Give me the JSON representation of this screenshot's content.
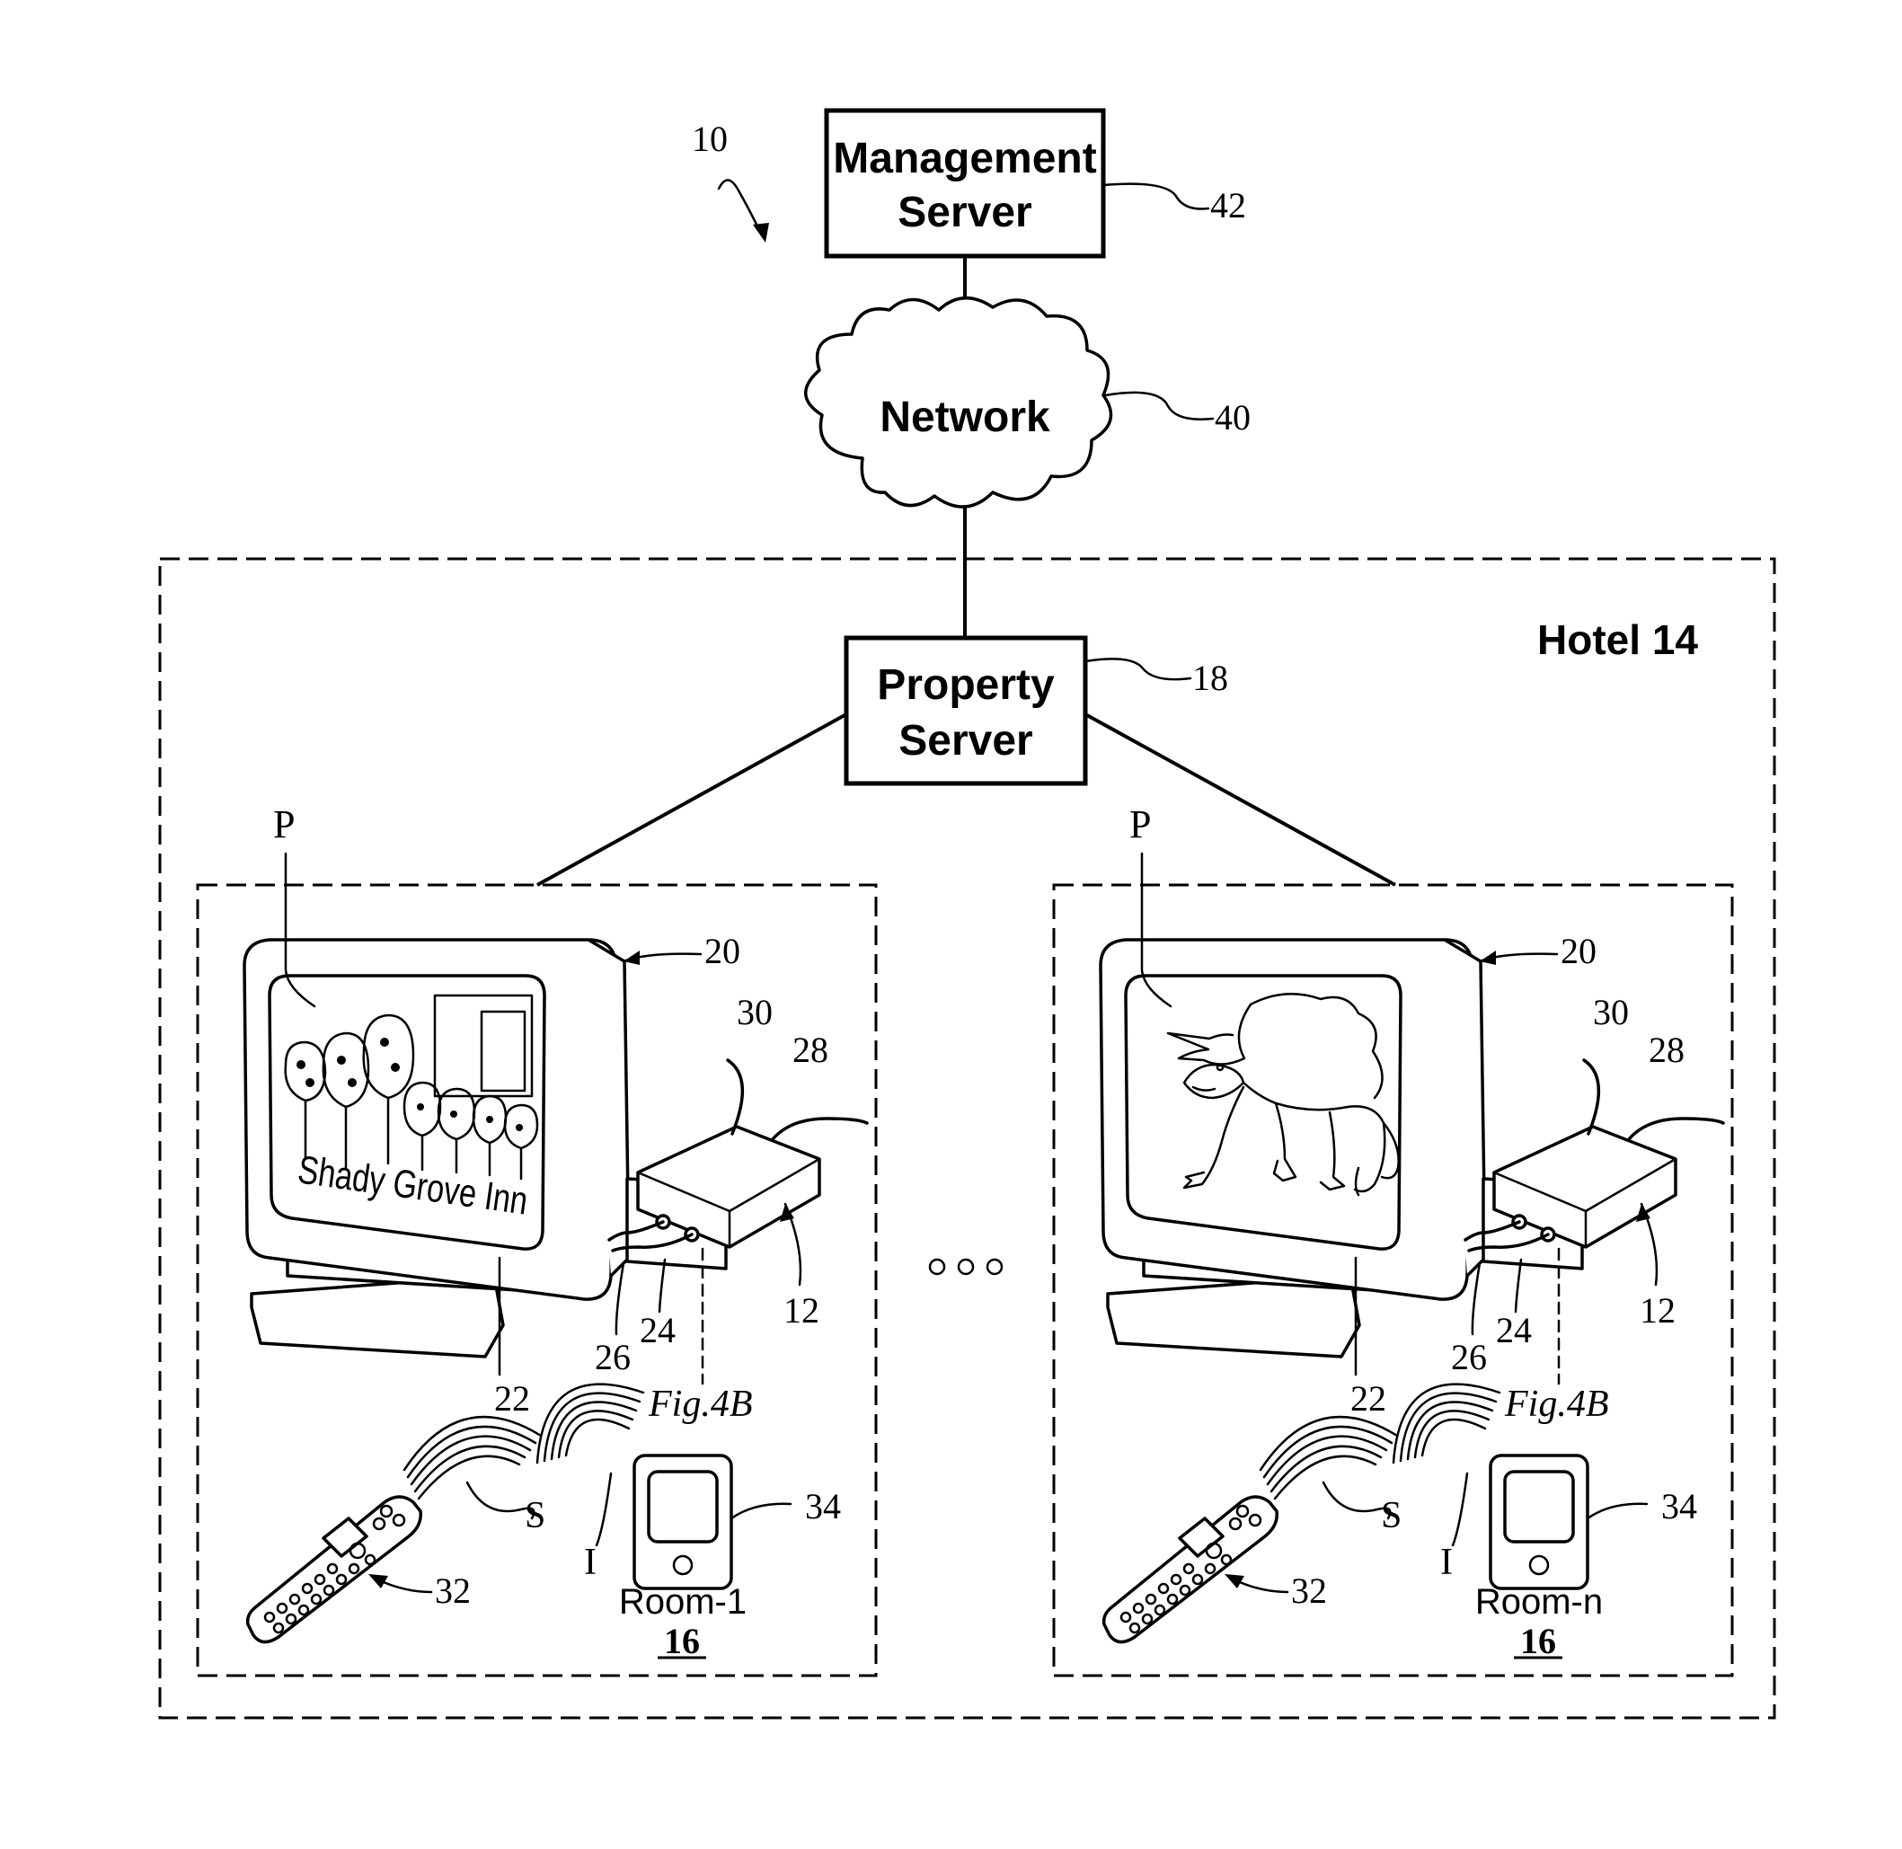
{
  "labels": {
    "system": "10",
    "management_server_line1": "Management",
    "management_server_line2": "Server",
    "management_server_ref": "42",
    "network": "Network",
    "network_ref": "40",
    "hotel": "Hotel 14",
    "property_server_line1": "Property",
    "property_server_line2": "Server",
    "property_server_ref": "18",
    "ellipsis": "○○○"
  },
  "rooms": [
    {
      "screen_text": "Shady Grove Inn",
      "program": "P",
      "tv_ref": "20",
      "screen_ref": "22",
      "cable_ref_a": "30",
      "cable_ref_b": "28",
      "box_ref": "12",
      "port_ref_a": "26",
      "port_ref_b": "24",
      "figure_ref": "Fig.4B",
      "signal_s": "S",
      "signal_i": "I",
      "remote_ref": "32",
      "device_ref": "34",
      "room_name": "Room-1",
      "room_ref": "16"
    },
    {
      "screen_text": "",
      "program": "P",
      "tv_ref": "20",
      "screen_ref": "22",
      "cable_ref_a": "30",
      "cable_ref_b": "28",
      "box_ref": "12",
      "port_ref_a": "26",
      "port_ref_b": "24",
      "figure_ref": "Fig.4B",
      "signal_s": "S",
      "signal_i": "I",
      "remote_ref": "32",
      "device_ref": "34",
      "room_name": "Room-n",
      "room_ref": "16"
    }
  ]
}
